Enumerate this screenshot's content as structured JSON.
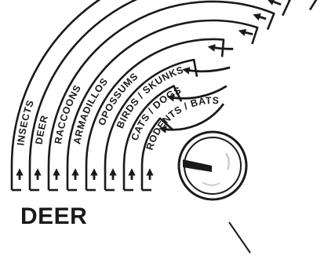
{
  "dial": {
    "selected_label": "DEER",
    "rings": [
      {
        "label": "INSECTS"
      },
      {
        "label": "DEER"
      },
      {
        "label": "RACCOONS"
      },
      {
        "label": "ARMADILLOS"
      },
      {
        "label": "OPOSSUMS"
      },
      {
        "label": "BIRDS / SKUNKS"
      },
      {
        "label": "CATS / DOGS"
      },
      {
        "label": "RODENTS / BATS"
      }
    ],
    "colors": {
      "ink": "#1a1a1a",
      "paper": "#ffffff"
    }
  }
}
